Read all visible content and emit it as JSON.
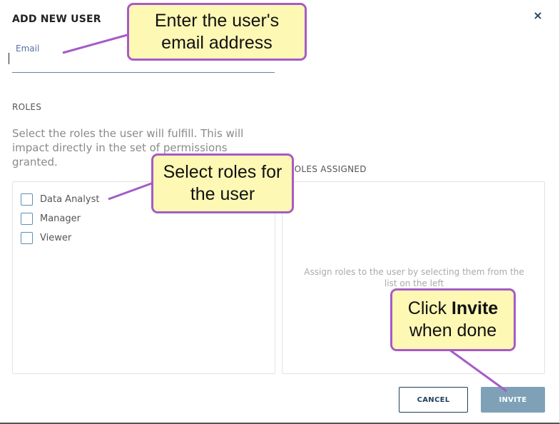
{
  "dialog": {
    "title": "ADD NEW USER",
    "close_glyph": "×",
    "close_icon": "close-icon"
  },
  "email": {
    "label": "Email",
    "value": "",
    "placeholder": ""
  },
  "roles": {
    "heading": "ROLES",
    "description": "Select the roles the user will fulfill. This will impact directly in the set of permissions granted.",
    "items": [
      {
        "label": "Data Analyst",
        "checked": false
      },
      {
        "label": "Manager",
        "checked": false
      },
      {
        "label": "Viewer",
        "checked": false
      }
    ]
  },
  "assigned": {
    "heading": "ROLES ASSIGNED",
    "hint": "Assign roles to the user by selecting them from the list on the left"
  },
  "buttons": {
    "cancel": "CANCEL",
    "invite": "INVITE"
  },
  "callouts": {
    "email_line1": "Enter the user's",
    "email_line2": "email address",
    "roles_line1": "Select roles for",
    "roles_line2": "the user",
    "invite_prefix": "Click ",
    "invite_bold": "Invite",
    "invite_line2": "when done"
  },
  "colors": {
    "accent": "#1f3f5c",
    "invite_button": "#7fa1b7",
    "callout_fill": "#fdf8b4",
    "callout_border": "#a65bc7",
    "checkbox_border": "#5e8fb5"
  }
}
